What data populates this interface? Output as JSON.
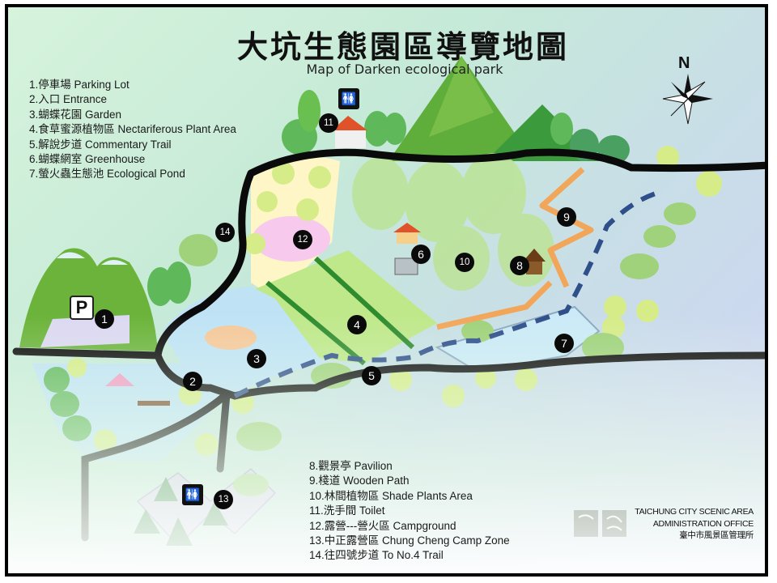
{
  "header": {
    "title_zh": "大坑生態園區導覽地圖",
    "title_en": "Map of Darken ecological park"
  },
  "compass": {
    "label": "N",
    "icon": "compass-rose-icon"
  },
  "legend_top": [
    {
      "num": "1",
      "zh": "停車場",
      "en": "Parking Lot",
      "text": "1.停車場 Parking Lot"
    },
    {
      "num": "2",
      "zh": "入口",
      "en": "Entrance",
      "text": "2.入口 Entrance"
    },
    {
      "num": "3",
      "zh": "蝴蝶花園",
      "en": "Garden",
      "text": "3.蝴蝶花園 Garden"
    },
    {
      "num": "4",
      "zh": "食草蜜源植物區",
      "en": "Nectariferous Plant Area",
      "text": "4.食草蜜源植物區 Nectariferous Plant Area"
    },
    {
      "num": "5",
      "zh": "解說步道",
      "en": "Commentary Trail",
      "text": "5.解說步道 Commentary Trail"
    },
    {
      "num": "6",
      "zh": "蝴蝶網室",
      "en": "Greenhouse",
      "text": "6.蝴蝶網室 Greenhouse"
    },
    {
      "num": "7",
      "zh": "螢火蟲生態池",
      "en": "Ecological Pond",
      "text": "7.螢火蟲生態池 Ecological Pond"
    }
  ],
  "legend_bottom": [
    {
      "num": "8",
      "zh": "觀景亭",
      "en": "Pavilion",
      "text": "8.觀景亭 Pavilion"
    },
    {
      "num": "9",
      "zh": "棧道",
      "en": "Wooden Path",
      "text": "9.棧道 Wooden Path"
    },
    {
      "num": "10",
      "zh": "林間植物區",
      "en": "Shade Plants Area",
      "text": "10.林間植物區 Shade Plants Area"
    },
    {
      "num": "11",
      "zh": "洗手間",
      "en": "Toilet",
      "text": "11.洗手間 Toilet"
    },
    {
      "num": "12",
      "zh": "露營---營火區",
      "en": "Campground",
      "text": "12.露營---營火區 Campground"
    },
    {
      "num": "13",
      "zh": "中正露營區",
      "en": "Chung Cheng Camp Zone",
      "text": "13.中正露營區 Chung Cheng Camp Zone"
    },
    {
      "num": "14",
      "zh": "往四號步道",
      "en": "To No.4 Trail",
      "text": "14.往四號步道 To No.4 Trail"
    }
  ],
  "markers": {
    "m1": "1",
    "m2": "2",
    "m3": "3",
    "m4": "4",
    "m5": "5",
    "m6": "6",
    "m7": "7",
    "m8": "8",
    "m9": "9",
    "m10": "10",
    "m11": "11",
    "m12": "12",
    "m13": "13",
    "m14": "14"
  },
  "signs": {
    "parking": "P",
    "toilet_glyph": "🚻"
  },
  "admin_office": {
    "line1": "TAICHUNG CITY SCENIC AREA",
    "line2": "ADMINISTRATION OFFICE",
    "line3": "臺中市風景區管理所"
  },
  "colors": {
    "road": "#0a0a0a",
    "trail_dash": "#2f4f8a",
    "wooden_path": "#f2a65a",
    "water": "#bfe3f5",
    "campground": "#f7c9ec",
    "camp_zone": "#d6c8ef",
    "meadow": "#fff6c8",
    "mountain": "#6bb33a"
  }
}
